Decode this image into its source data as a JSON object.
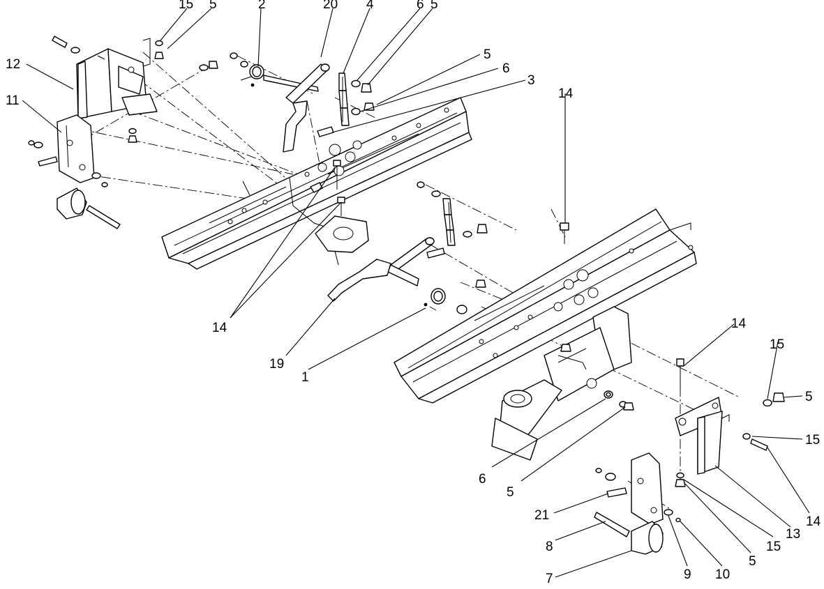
{
  "diagram": {
    "callouts": [
      {
        "id": "c-15-top",
        "text": "15"
      },
      {
        "id": "c-5-top-a",
        "text": "5"
      },
      {
        "id": "c-2",
        "text": "2"
      },
      {
        "id": "c-20",
        "text": "20"
      },
      {
        "id": "c-4",
        "text": "4"
      },
      {
        "id": "c-6-top",
        "text": "6"
      },
      {
        "id": "c-5-top-b",
        "text": "5"
      },
      {
        "id": "c-12",
        "text": "12"
      },
      {
        "id": "c-11",
        "text": "11"
      },
      {
        "id": "c-5-mid",
        "text": "5"
      },
      {
        "id": "c-6-mid",
        "text": "6"
      },
      {
        "id": "c-3",
        "text": "3"
      },
      {
        "id": "c-14-upper",
        "text": "14"
      },
      {
        "id": "c-14-left",
        "text": "14"
      },
      {
        "id": "c-19",
        "text": "19"
      },
      {
        "id": "c-1",
        "text": "1"
      },
      {
        "id": "c-14-right",
        "text": "14"
      },
      {
        "id": "c-15-right-a",
        "text": "15"
      },
      {
        "id": "c-5-right",
        "text": "5"
      },
      {
        "id": "c-15-right-b",
        "text": "15"
      },
      {
        "id": "c-6-low",
        "text": "6"
      },
      {
        "id": "c-5-low",
        "text": "5"
      },
      {
        "id": "c-21",
        "text": "21"
      },
      {
        "id": "c-14-bottom",
        "text": "14"
      },
      {
        "id": "c-13",
        "text": "13"
      },
      {
        "id": "c-15-bottom",
        "text": "15"
      },
      {
        "id": "c-8",
        "text": "8"
      },
      {
        "id": "c-5-bottom",
        "text": "5"
      },
      {
        "id": "c-9",
        "text": "9"
      },
      {
        "id": "c-10",
        "text": "10"
      },
      {
        "id": "c-7",
        "text": "7"
      }
    ]
  }
}
